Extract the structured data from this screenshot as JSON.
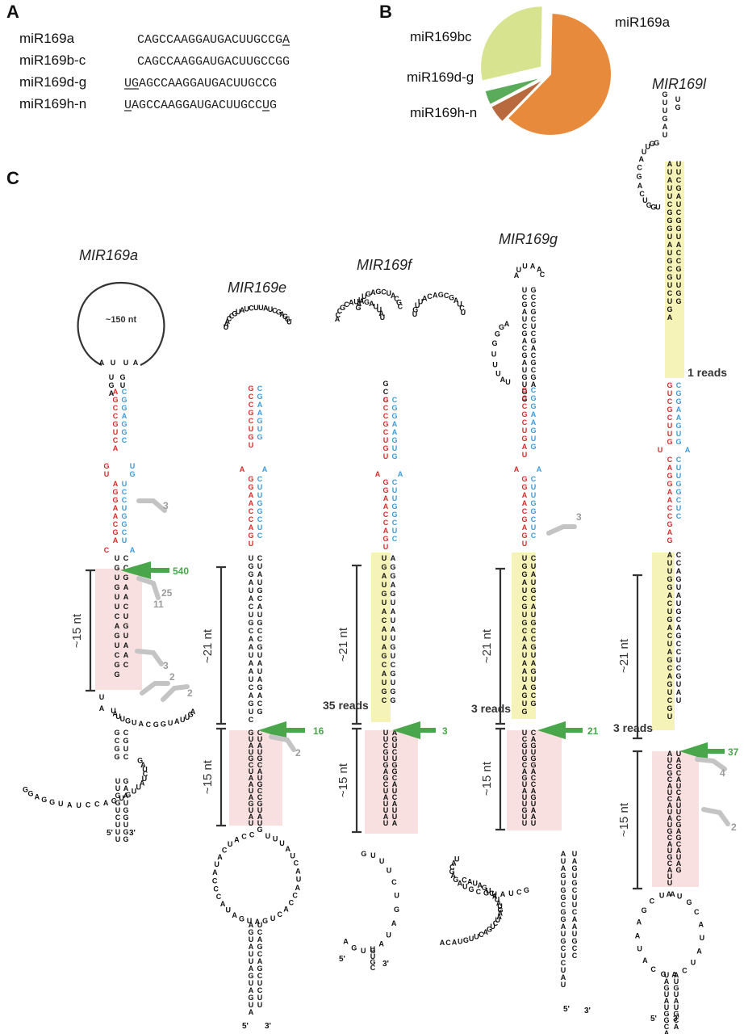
{
  "panels": {
    "a": "A",
    "b": "B",
    "c": "C"
  },
  "sequences": [
    {
      "name": "miR169a",
      "seq": "CAGCCAAGGAUGACUUGCCGA",
      "underline": [
        20
      ]
    },
    {
      "name": "miR169b-c",
      "seq": "CAGCCAAGGAUGACUUGCCGG",
      "underline": []
    },
    {
      "name": "miR169d-g",
      "seq": "UGAGCCAAGGAUGACUUGCCG",
      "underline": [
        0,
        1
      ]
    },
    {
      "name": "miR169h-n",
      "seq": "UAGCCAAGGAUGACUUGCCUG",
      "underline": [
        0,
        19
      ]
    }
  ],
  "pie": {
    "colors": {
      "miR169a": "#e88a3c",
      "miR169bc": "#d7e38e",
      "miR169d-g": "#5aab5a",
      "miR169h-n": "#b86a3e"
    },
    "slices": [
      {
        "label": "miR169a",
        "value": 0.62
      },
      {
        "label": "miR169h-n",
        "value": 0.05
      },
      {
        "label": "miR169d-g",
        "value": 0.04
      },
      {
        "label": "miR169bc",
        "value": 0.29
      }
    ]
  },
  "genes": [
    {
      "name": "MIR169a",
      "loop_note": "~150 nt",
      "brackets": [
        "~15 nt"
      ],
      "green_count": "540",
      "grey_counts": [
        "3",
        "25",
        "11",
        "3",
        "2",
        "2"
      ],
      "reads": "",
      "ends": [
        "5'",
        "3'"
      ]
    },
    {
      "name": "MIR169e",
      "brackets": [
        "~21 nt",
        "~15 nt"
      ],
      "green_count": "16",
      "grey_counts": [
        "2"
      ],
      "reads": "",
      "ends": [
        "5'",
        "3'"
      ]
    },
    {
      "name": "MIR169f",
      "brackets": [
        "~21 nt",
        "~15 nt"
      ],
      "green_count": "3",
      "grey_counts": [],
      "reads": "35 reads",
      "ends": [
        "5'",
        "3'"
      ]
    },
    {
      "name": "MIR169g",
      "brackets": [
        "~21 nt",
        "~15 nt"
      ],
      "green_count": "21",
      "grey_counts": [
        "3"
      ],
      "reads": "3 reads",
      "ends": [
        "5'",
        "3'"
      ]
    },
    {
      "name": "MIR169l",
      "brackets": [
        "~21 nt",
        "~15 nt"
      ],
      "green_count": "37",
      "grey_counts": [
        "4",
        "2"
      ],
      "reads": "3 reads",
      "reads_top": "1 reads",
      "ends": [
        "5'",
        "3'"
      ]
    }
  ],
  "colors": {
    "mature": "#d42a2a",
    "star": "#3a9ad9",
    "green": "#4aa64a",
    "grey": "#c4c4c4",
    "pink_box": "#f8dfe0",
    "yellow_box": "#f6f3b8"
  }
}
